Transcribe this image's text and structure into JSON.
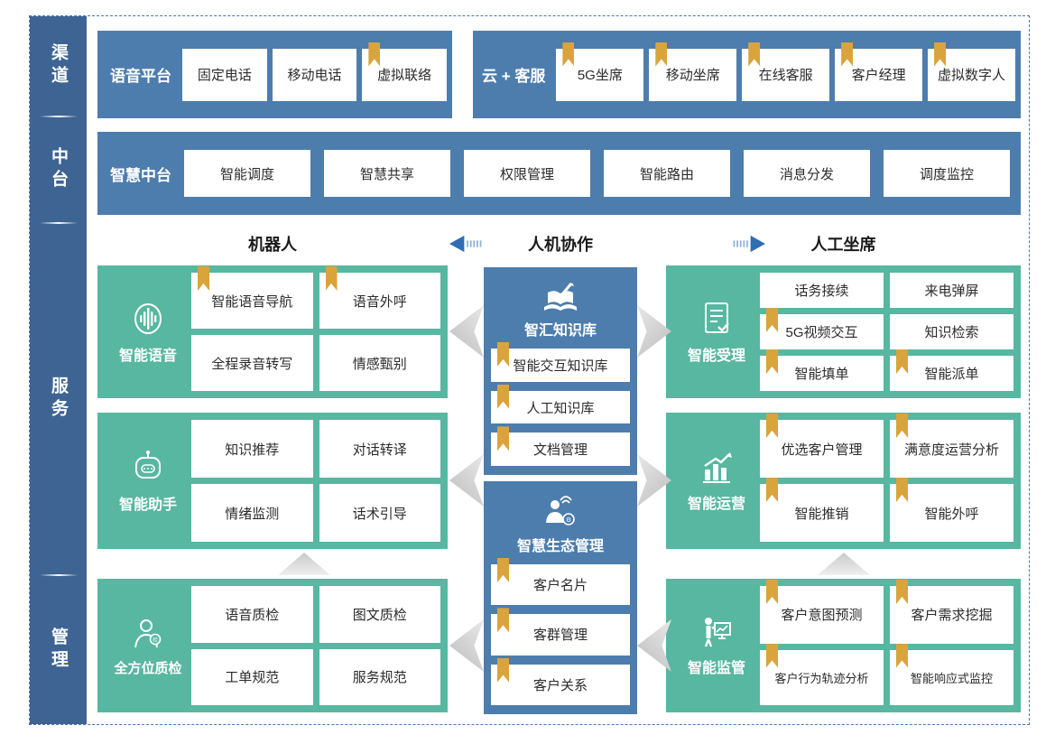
{
  "colors": {
    "sidebar_blue": "#3e6493",
    "panel_blue": "#4d7dad",
    "teal_green": "#57b7a1",
    "bookmark_gold": "#d9a43c",
    "arrow_blue": "#2f6db5",
    "chevron_silver": "#c9c9c9"
  },
  "sidebar": {
    "items": [
      {
        "label": "渠道"
      },
      {
        "label": "中台"
      },
      {
        "label": "服务"
      },
      {
        "label": "管理"
      }
    ]
  },
  "row_channel": {
    "panels": [
      {
        "title": "语音平台",
        "cards": [
          {
            "label": "固定电话",
            "bookmark": false
          },
          {
            "label": "移动电话",
            "bookmark": false
          },
          {
            "label": "虚拟联络",
            "bookmark": true
          }
        ]
      },
      {
        "title": "云 + 客服",
        "cards": [
          {
            "label": "5G坐席",
            "bookmark": true
          },
          {
            "label": "移动坐席",
            "bookmark": true
          },
          {
            "label": "在线客服",
            "bookmark": true
          },
          {
            "label": "客户经理",
            "bookmark": true
          },
          {
            "label": "虚拟数字人",
            "bookmark": true
          }
        ]
      }
    ]
  },
  "row_middle": {
    "title": "智慧中台",
    "cards": [
      {
        "label": "智能调度",
        "bookmark": false
      },
      {
        "label": "智慧共享",
        "bookmark": false
      },
      {
        "label": "权限管理",
        "bookmark": false
      },
      {
        "label": "智能路由",
        "bookmark": false
      },
      {
        "label": "消息分发",
        "bookmark": false
      },
      {
        "label": "调度监控",
        "bookmark": false
      }
    ]
  },
  "section_headers": {
    "left": "机器人",
    "center": "人机协作",
    "right": "人工坐席"
  },
  "service": {
    "left": [
      {
        "title": "智能语音",
        "icon": "voice-wave-icon",
        "cards": [
          {
            "label": "智能语音导航",
            "bookmark": true
          },
          {
            "label": "语音外呼",
            "bookmark": true
          },
          {
            "label": "全程录音转写",
            "bookmark": false
          },
          {
            "label": "情感甄别",
            "bookmark": false
          }
        ]
      },
      {
        "title": "智能助手",
        "icon": "robot-icon",
        "cards": [
          {
            "label": "知识推荐",
            "bookmark": false
          },
          {
            "label": "对话转译",
            "bookmark": false
          },
          {
            "label": "情绪监测",
            "bookmark": false
          },
          {
            "label": "话术引导",
            "bookmark": false
          }
        ]
      },
      {
        "title": "全方位质检",
        "icon": "inspector-person-icon",
        "cards": [
          {
            "label": "语音质检",
            "bookmark": false
          },
          {
            "label": "图文质检",
            "bookmark": false
          },
          {
            "label": "工单规范",
            "bookmark": false
          },
          {
            "label": "服务规范",
            "bookmark": false
          }
        ]
      }
    ],
    "center": [
      {
        "title": "智汇知识库",
        "icon": "knowledge-book-icon",
        "cards": [
          {
            "label": "智能交互知识库",
            "bookmark": true
          },
          {
            "label": "人工知识库",
            "bookmark": true
          },
          {
            "label": "文档管理",
            "bookmark": true
          }
        ]
      },
      {
        "title": "智慧生态管理",
        "icon": "ecosystem-person-icon",
        "cards": [
          {
            "label": "客户名片",
            "bookmark": true
          },
          {
            "label": "客群管理",
            "bookmark": true
          },
          {
            "label": "客户关系",
            "bookmark": true
          }
        ]
      }
    ],
    "right": [
      {
        "title": "智能受理",
        "icon": "document-check-icon",
        "cards": [
          {
            "label": "话务接续",
            "bookmark": false
          },
          {
            "label": "来电弹屏",
            "bookmark": false
          },
          {
            "label": "5G视频交互",
            "bookmark": true
          },
          {
            "label": "知识检索",
            "bookmark": false
          },
          {
            "label": "智能填单",
            "bookmark": true
          },
          {
            "label": "智能派单",
            "bookmark": true
          }
        ]
      },
      {
        "title": "智能运营",
        "icon": "growth-chart-icon",
        "cards": [
          {
            "label": "优选客户管理",
            "bookmark": true
          },
          {
            "label": "满意度运营分析",
            "bookmark": true
          },
          {
            "label": "智能推销",
            "bookmark": true
          },
          {
            "label": "智能外呼",
            "bookmark": true
          }
        ]
      },
      {
        "title": "智能监管",
        "icon": "presenter-board-icon",
        "cards": [
          {
            "label": "客户意图预测",
            "bookmark": true
          },
          {
            "label": "客户需求挖掘",
            "bookmark": true
          },
          {
            "label": "客户行为轨迹分析",
            "bookmark": true
          },
          {
            "label": "智能响应式监控",
            "bookmark": true
          }
        ]
      }
    ]
  }
}
